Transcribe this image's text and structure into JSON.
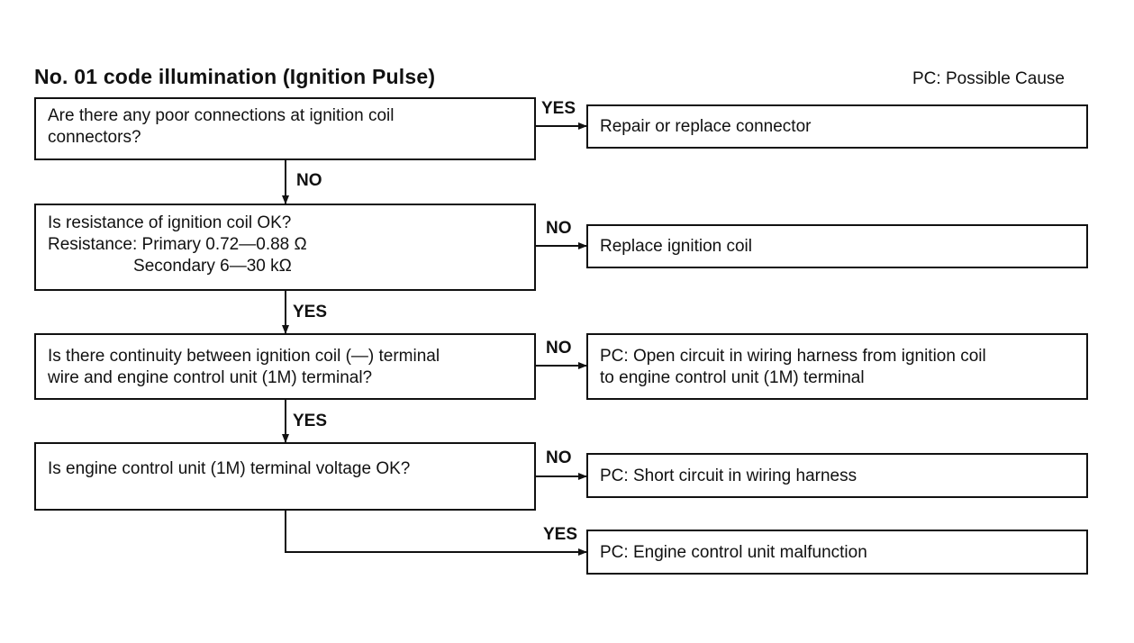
{
  "title": "No. 01 code illumination (Ignition Pulse)",
  "legend": "PC: Possible Cause",
  "steps": [
    {
      "question": "Are there any poor connections at ignition coil\nconnectors?",
      "side_branch": "YES",
      "side_result": "Repair or replace connector",
      "down_branch": "NO"
    },
    {
      "question": "Is resistance of ignition coil OK?\nResistance: Primary 0.72—0.88 Ω\n                  Secondary 6—30 kΩ",
      "side_branch": "NO",
      "side_result": "Replace ignition coil",
      "down_branch": "YES"
    },
    {
      "question": "Is there continuity between ignition coil (—) terminal\nwire and engine control unit (1M) terminal?",
      "side_branch": "NO",
      "side_result": "PC: Open circuit in wiring harness from ignition coil\nto engine control unit (1M) terminal",
      "down_branch": "YES"
    },
    {
      "question": "Is engine control unit (1M) terminal voltage OK?",
      "side_branch": "NO",
      "side_result": "PC: Short circuit in wiring harness",
      "down_branch": "YES"
    }
  ],
  "final_result": "PC: Engine control unit malfunction"
}
